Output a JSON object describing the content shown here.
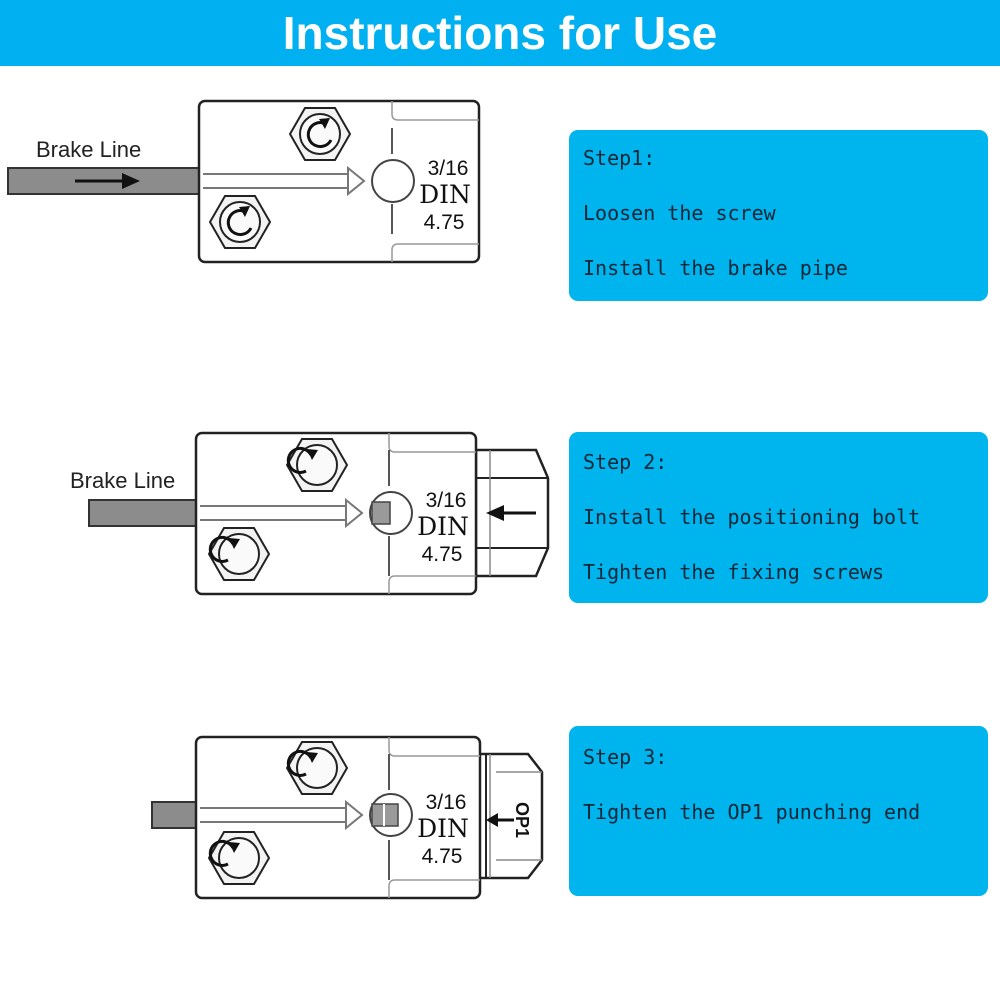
{
  "header": {
    "title": "Instructions for Use",
    "color": "#00b0f0"
  },
  "diagram": {
    "brake_line_label": "Brake Line",
    "size_top": "3/16",
    "size_mid": "DIN",
    "size_bottom": "4.75",
    "op1_label": "OP1"
  },
  "steps": [
    {
      "title": "Step1:",
      "lines": [
        "Loosen the screw",
        "Install the brake pipe"
      ]
    },
    {
      "title": "Step 2:",
      "lines": [
        "Install the positioning bolt",
        "Tighten the fixing screws"
      ]
    },
    {
      "title": "Step 3:",
      "lines": [
        "Tighten the OP1 punching end"
      ]
    }
  ],
  "colors": {
    "box": "#00b4ee",
    "box_text": "#0c2738",
    "pipe": "#8c8c8c"
  },
  "icons": [
    "rotate-counterclockwise-icon",
    "rotate-clockwise-icon",
    "arrow-right-icon",
    "arrow-left-icon"
  ]
}
